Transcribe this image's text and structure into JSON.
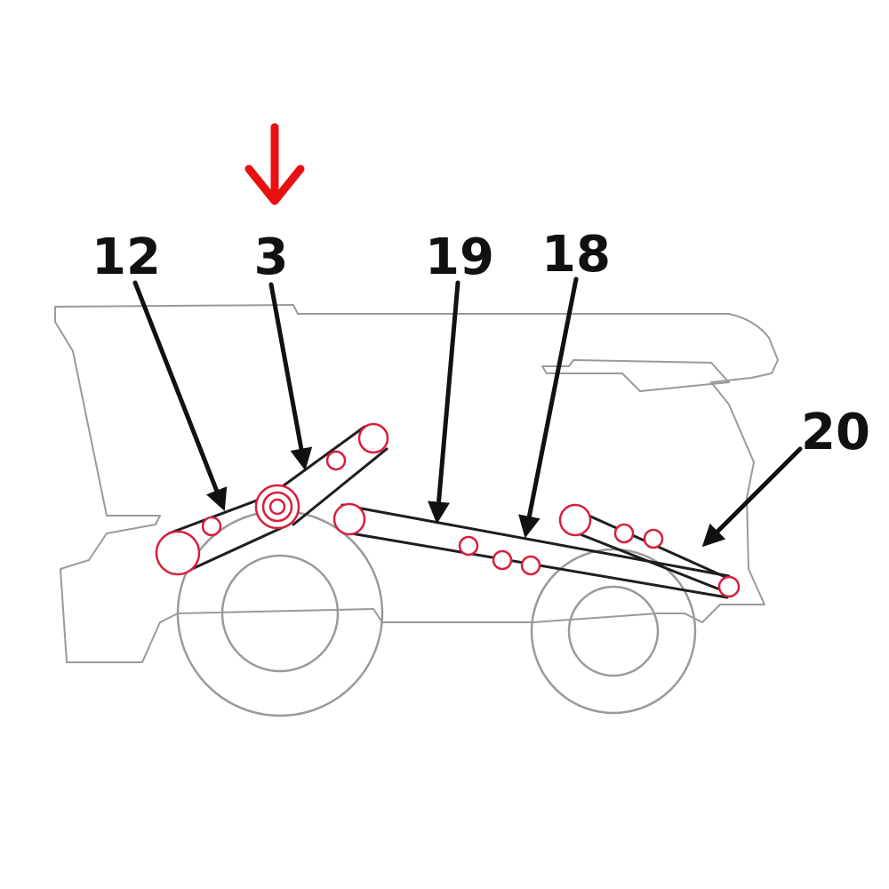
{
  "colors": {
    "indicator": "#e81010",
    "pulley": "#d81e3c",
    "belt": "#1e1e1e",
    "outline": "#9a9a9a",
    "callout": "#111111"
  },
  "indicator": {
    "icon": "red-down-arrow-icon",
    "points_to": "3"
  },
  "callouts": [
    {
      "id": "12",
      "label": "12"
    },
    {
      "id": "3",
      "label": "3"
    },
    {
      "id": "19",
      "label": "19"
    },
    {
      "id": "18",
      "label": "18"
    },
    {
      "id": "20",
      "label": "20"
    }
  ]
}
